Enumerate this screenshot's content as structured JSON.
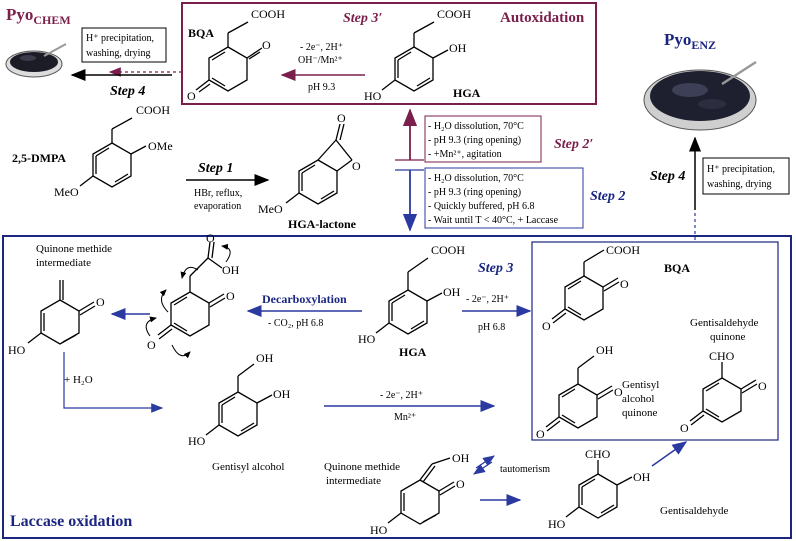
{
  "colors": {
    "maroon": "#7a1f4b",
    "navy": "#1a2680",
    "blue_arrow": "#2a3aa0",
    "text": "#000000"
  },
  "header": {
    "pyo_chem_main": "Pyo",
    "pyo_chem_sub": "CHEM",
    "pyo_enz_main": "Pyo",
    "pyo_enz_sub": "ENZ"
  },
  "autoxidation": {
    "title": "Autoxidation",
    "step_label": "Step 3′",
    "bqa_label": "BQA",
    "hga_label": "HGA",
    "cond1": "- 2e⁻, 2H⁺",
    "cond2": "OH⁻/Mn²⁺",
    "cond3": "pH 9.3"
  },
  "step4_left": {
    "label": "Step 4",
    "box_line1": "H⁺ precipitation,",
    "box_line2": "washing, drying"
  },
  "step4_right": {
    "label": "Step 4",
    "box_line1": "H⁺ precipitation,",
    "box_line2": "washing, drying"
  },
  "step1": {
    "label": "Step 1",
    "start_name": "2,5-DMPA",
    "product_name": "HGA-lactone",
    "cond1": "HBr, reflux,",
    "cond2": "evaporation"
  },
  "step2prime": {
    "label": "Step 2′",
    "items": [
      "- H₂O dissolution, 70°C",
      "- pH 9.3 (ring opening)",
      "- +Mn²⁺, agitation"
    ]
  },
  "step2": {
    "label": "Step 2",
    "items": [
      "- H₂O dissolution, 70°C",
      "- pH 9.3 (ring opening)",
      "- Quickly buffered, pH 6.8",
      "- Wait until T < 40°C, + Laccase"
    ]
  },
  "laccase": {
    "title": "Laccase oxidation",
    "step3": "Step 3",
    "qm_line1": "Quinone methide",
    "qm_line2": "intermediate",
    "decarb": "Decarboxylation",
    "decarb_cond": "- CO₂, pH 6.8",
    "hga_label": "HGA",
    "ox_cond1": "- 2e⁻, 2H⁺",
    "ox_cond2": "pH 6.8",
    "water": "+ H₂O",
    "gentisyl_alcohol": "Gentisyl alcohol",
    "ox2_cond1": "- 2e⁻, 2H⁺",
    "ox2_cond2": "Mn²⁺",
    "qm2_line1": "Quinone methide",
    "qm2_line2": "intermediate",
    "tautomerism": "tautomerism",
    "gentisaldehyde": "Gentisaldehyde",
    "bqa_label": "BQA",
    "gaq_line1": "Gentisyl",
    "gaq_line2": "alcohol",
    "gaq_line3": "quinone",
    "gdq_line1": "Gentisaldehyde",
    "gdq_line2": "quinone"
  },
  "atoms": {
    "cooh": "COOH",
    "oh": "OH",
    "o": "O",
    "ho": "HO",
    "ome": "OMe",
    "meo": "MeO",
    "cho": "CHO"
  }
}
